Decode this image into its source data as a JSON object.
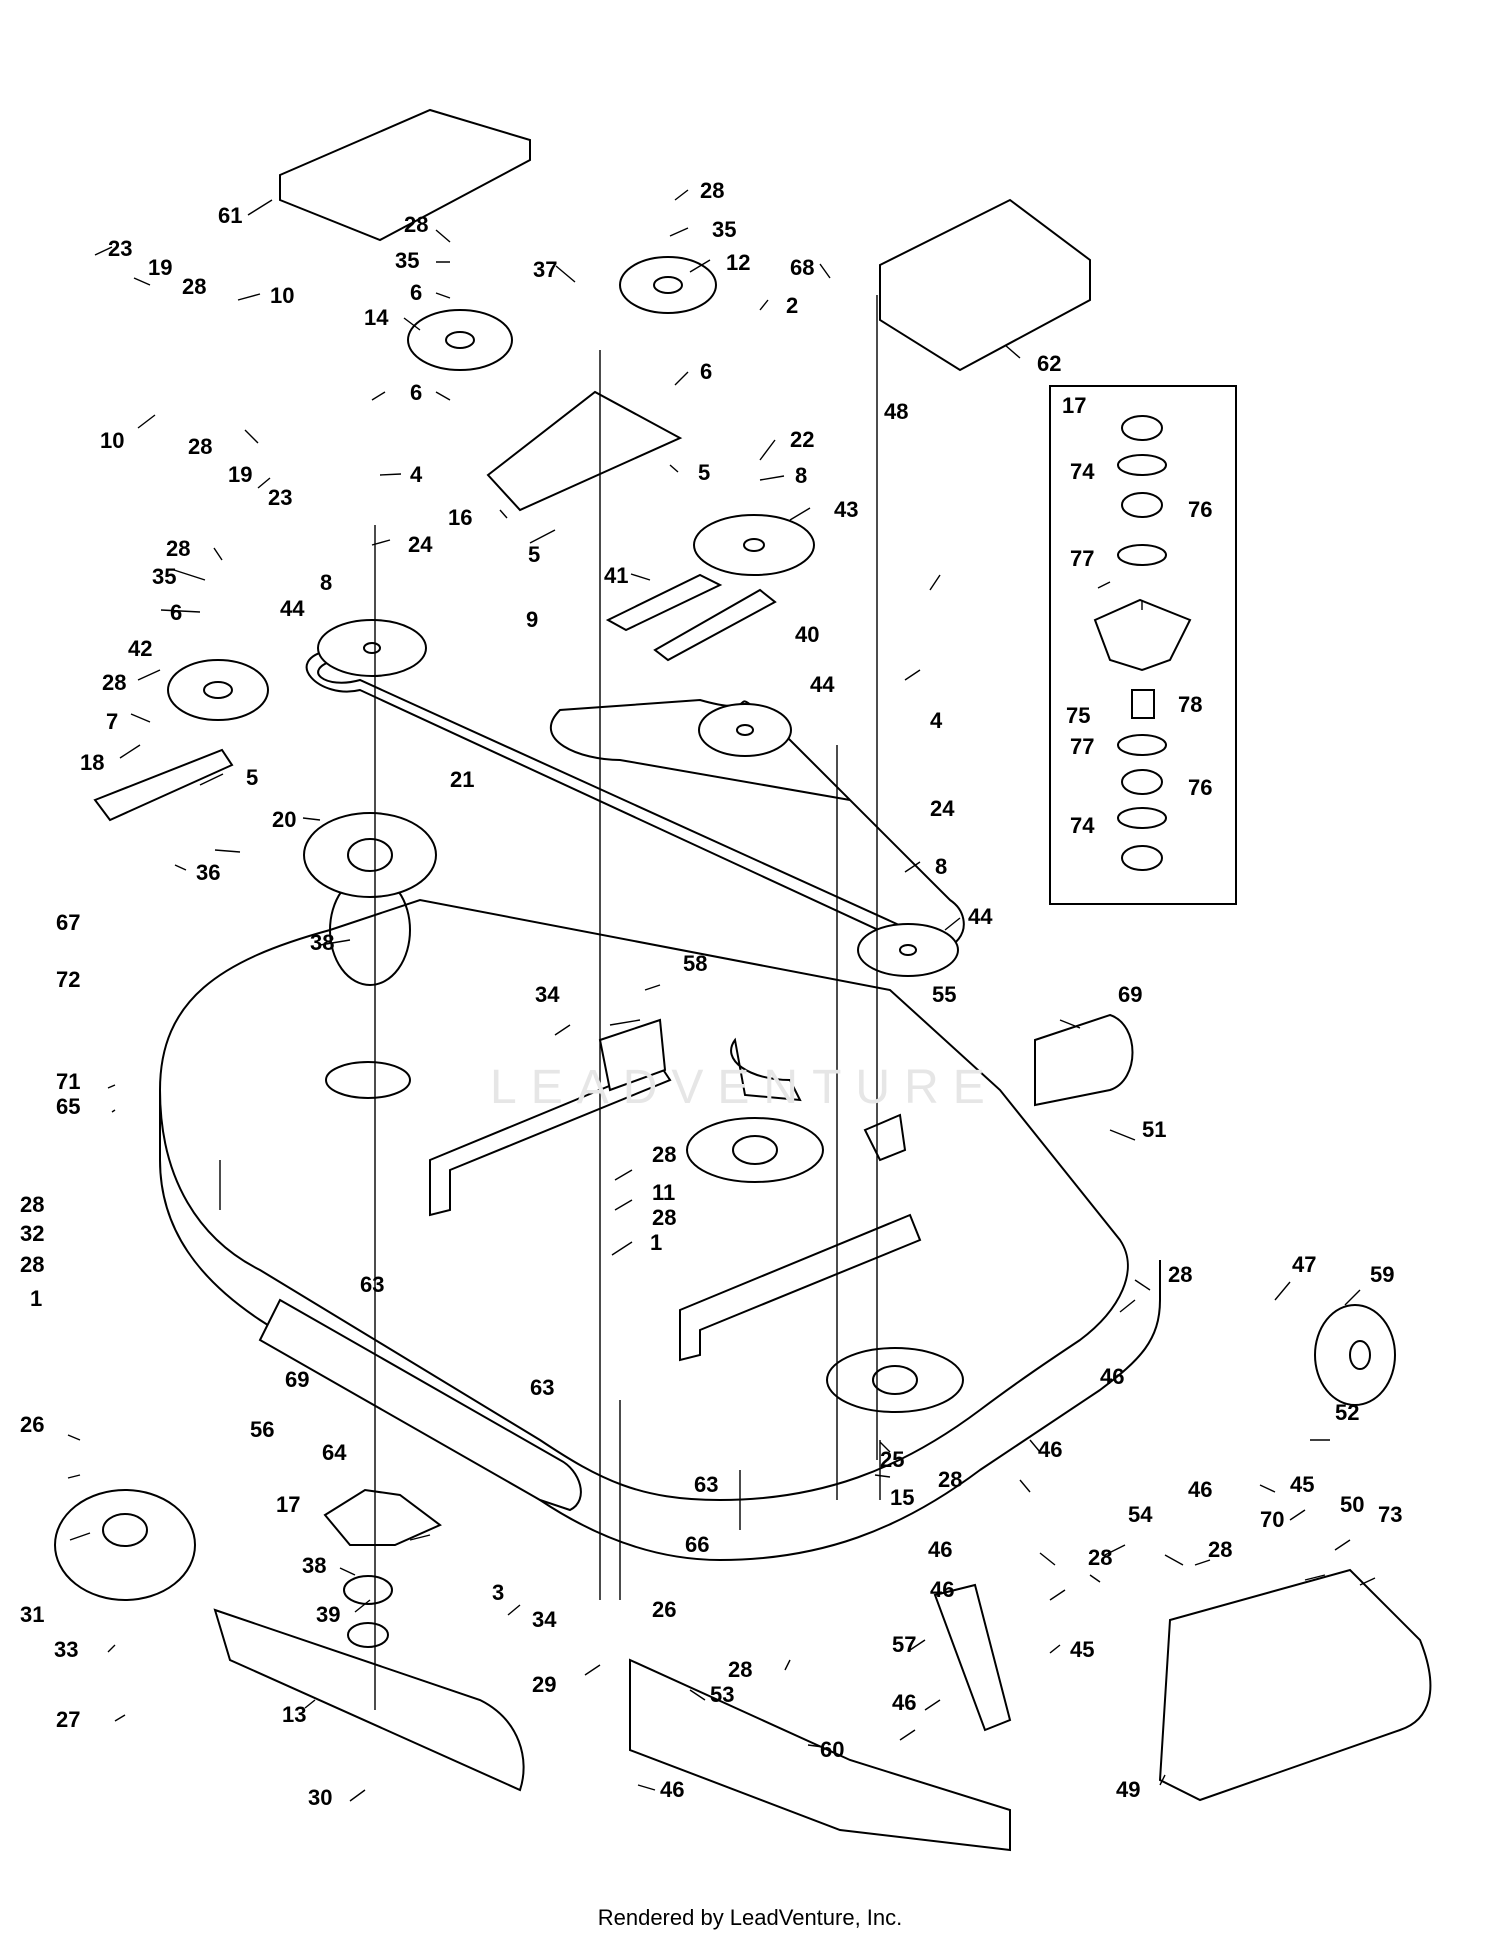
{
  "watermark": "LEADVENTURE",
  "footer": "Rendered by LeadVenture, Inc.",
  "callouts": [
    {
      "id": "61",
      "text": "61"
    },
    {
      "id": "23a",
      "text": "23"
    },
    {
      "id": "19a",
      "text": "19"
    },
    {
      "id": "28a",
      "text": "28"
    },
    {
      "id": "10a",
      "text": "10"
    },
    {
      "id": "10b",
      "text": "10"
    },
    {
      "id": "28b",
      "text": "28"
    },
    {
      "id": "19b",
      "text": "19"
    },
    {
      "id": "23b",
      "text": "23"
    },
    {
      "id": "28c",
      "text": "28"
    },
    {
      "id": "35a",
      "text": "35"
    },
    {
      "id": "6a",
      "text": "6"
    },
    {
      "id": "14",
      "text": "14"
    },
    {
      "id": "6b",
      "text": "6"
    },
    {
      "id": "4a",
      "text": "4"
    },
    {
      "id": "24a",
      "text": "24"
    },
    {
      "id": "37",
      "text": "37"
    },
    {
      "id": "16",
      "text": "16"
    },
    {
      "id": "5a",
      "text": "5"
    },
    {
      "id": "28d",
      "text": "28"
    },
    {
      "id": "35b",
      "text": "35"
    },
    {
      "id": "12",
      "text": "12"
    },
    {
      "id": "6c",
      "text": "6"
    },
    {
      "id": "5b",
      "text": "5"
    },
    {
      "id": "68",
      "text": "68"
    },
    {
      "id": "2",
      "text": "2"
    },
    {
      "id": "48",
      "text": "48"
    },
    {
      "id": "62",
      "text": "62"
    },
    {
      "id": "22",
      "text": "22"
    },
    {
      "id": "8a",
      "text": "8"
    },
    {
      "id": "43",
      "text": "43"
    },
    {
      "id": "41",
      "text": "41"
    },
    {
      "id": "28e",
      "text": "28"
    },
    {
      "id": "35c",
      "text": "35"
    },
    {
      "id": "6d",
      "text": "6"
    },
    {
      "id": "42",
      "text": "42"
    },
    {
      "id": "28f",
      "text": "28"
    },
    {
      "id": "7",
      "text": "7"
    },
    {
      "id": "18",
      "text": "18"
    },
    {
      "id": "5c",
      "text": "5"
    },
    {
      "id": "36",
      "text": "36"
    },
    {
      "id": "8b",
      "text": "8"
    },
    {
      "id": "44a",
      "text": "44"
    },
    {
      "id": "9",
      "text": "9"
    },
    {
      "id": "40",
      "text": "40"
    },
    {
      "id": "44b",
      "text": "44"
    },
    {
      "id": "21",
      "text": "21"
    },
    {
      "id": "20",
      "text": "20"
    },
    {
      "id": "4b",
      "text": "4"
    },
    {
      "id": "24b",
      "text": "24"
    },
    {
      "id": "8c",
      "text": "8"
    },
    {
      "id": "44c",
      "text": "44"
    },
    {
      "id": "67",
      "text": "67"
    },
    {
      "id": "72",
      "text": "72"
    },
    {
      "id": "38a",
      "text": "38"
    },
    {
      "id": "58",
      "text": "58"
    },
    {
      "id": "34a",
      "text": "34"
    },
    {
      "id": "55",
      "text": "55"
    },
    {
      "id": "69a",
      "text": "69"
    },
    {
      "id": "71",
      "text": "71"
    },
    {
      "id": "65",
      "text": "65"
    },
    {
      "id": "51",
      "text": "51"
    },
    {
      "id": "28g",
      "text": "28"
    },
    {
      "id": "11",
      "text": "11"
    },
    {
      "id": "28h",
      "text": "28"
    },
    {
      "id": "1a",
      "text": "1"
    },
    {
      "id": "28i",
      "text": "28"
    },
    {
      "id": "32",
      "text": "32"
    },
    {
      "id": "28j",
      "text": "28"
    },
    {
      "id": "1b",
      "text": "1"
    },
    {
      "id": "63a",
      "text": "63"
    },
    {
      "id": "63b",
      "text": "63"
    },
    {
      "id": "69b",
      "text": "69"
    },
    {
      "id": "26a",
      "text": "26"
    },
    {
      "id": "56",
      "text": "56"
    },
    {
      "id": "64",
      "text": "64"
    },
    {
      "id": "63c",
      "text": "63"
    },
    {
      "id": "28k",
      "text": "28"
    },
    {
      "id": "47",
      "text": "47"
    },
    {
      "id": "59",
      "text": "59"
    },
    {
      "id": "46a",
      "text": "46"
    },
    {
      "id": "52",
      "text": "52"
    },
    {
      "id": "25",
      "text": "25"
    },
    {
      "id": "15",
      "text": "15"
    },
    {
      "id": "28l",
      "text": "28"
    },
    {
      "id": "46b",
      "text": "46"
    },
    {
      "id": "46c",
      "text": "46"
    },
    {
      "id": "45a",
      "text": "45"
    },
    {
      "id": "66",
      "text": "66"
    },
    {
      "id": "17a",
      "text": "17"
    },
    {
      "id": "38b",
      "text": "38"
    },
    {
      "id": "3",
      "text": "3"
    },
    {
      "id": "54",
      "text": "54"
    },
    {
      "id": "50",
      "text": "50"
    },
    {
      "id": "73",
      "text": "73"
    },
    {
      "id": "70",
      "text": "70"
    },
    {
      "id": "28m",
      "text": "28"
    },
    {
      "id": "46d",
      "text": "46"
    },
    {
      "id": "28n",
      "text": "28"
    },
    {
      "id": "46e",
      "text": "46"
    },
    {
      "id": "31",
      "text": "31"
    },
    {
      "id": "39",
      "text": "39"
    },
    {
      "id": "34b",
      "text": "34"
    },
    {
      "id": "26b",
      "text": "26"
    },
    {
      "id": "33",
      "text": "33"
    },
    {
      "id": "29",
      "text": "29"
    },
    {
      "id": "45b",
      "text": "45"
    },
    {
      "id": "57",
      "text": "57"
    },
    {
      "id": "28o",
      "text": "28"
    },
    {
      "id": "53",
      "text": "53"
    },
    {
      "id": "27",
      "text": "27"
    },
    {
      "id": "13",
      "text": "13"
    },
    {
      "id": "60",
      "text": "60"
    },
    {
      "id": "46f",
      "text": "46"
    },
    {
      "id": "46g",
      "text": "46"
    },
    {
      "id": "30",
      "text": "30"
    },
    {
      "id": "49",
      "text": "49"
    },
    {
      "id": "17b",
      "text": "17"
    },
    {
      "id": "74a",
      "text": "74"
    },
    {
      "id": "76a",
      "text": "76"
    },
    {
      "id": "77a",
      "text": "77"
    },
    {
      "id": "75",
      "text": "75"
    },
    {
      "id": "78",
      "text": "78"
    },
    {
      "id": "77b",
      "text": "77"
    },
    {
      "id": "76b",
      "text": "76"
    },
    {
      "id": "74b",
      "text": "74"
    }
  ]
}
